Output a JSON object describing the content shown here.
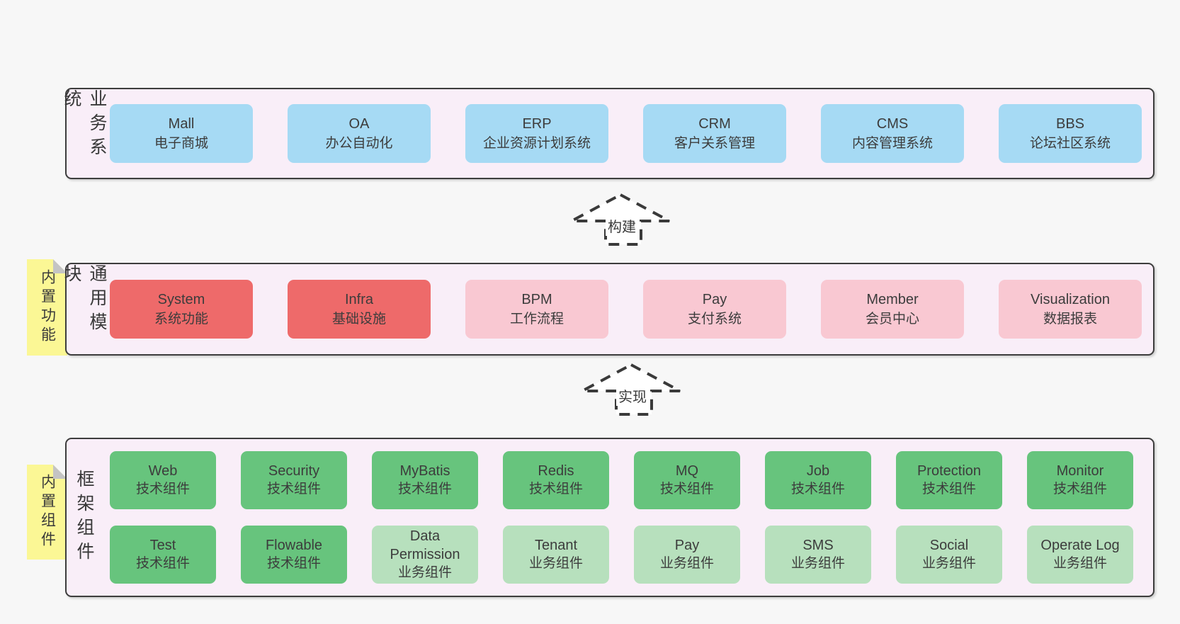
{
  "colors": {
    "page_bg": "#f7f7f7",
    "panel_bg": "#f9eef8",
    "panel_border": "#3d3d3d",
    "blue_box": "#a6daf4",
    "red_box": "#ee6a6a",
    "pink_box": "#f9c8d2",
    "green_box": "#67c47d",
    "green_light_box": "#b7e0bd",
    "note_yellow": "#fbf795",
    "note_fold_gray": "#c4c4c4",
    "text_dark": "#3a3a3a",
    "arrow_stroke": "#3a3a3a"
  },
  "business_layer": {
    "label": "业务系统",
    "boxes": [
      {
        "name": "Mall",
        "desc": "电子商城"
      },
      {
        "name": "OA",
        "desc": "办公自动化"
      },
      {
        "name": "ERP",
        "desc": "企业资源计划系统"
      },
      {
        "name": "CRM",
        "desc": "客户关系管理"
      },
      {
        "name": "CMS",
        "desc": "内容管理系统"
      },
      {
        "name": "BBS",
        "desc": "论坛社区系统"
      }
    ]
  },
  "arrow_build": {
    "label": "构建"
  },
  "module_layer": {
    "label": "通用模块",
    "note": "内置功能",
    "boxes": [
      {
        "name": "System",
        "desc": "系统功能"
      },
      {
        "name": "Infra",
        "desc": "基础设施"
      },
      {
        "name": "BPM",
        "desc": "工作流程"
      },
      {
        "name": "Pay",
        "desc": "支付系统"
      },
      {
        "name": "Member",
        "desc": "会员中心"
      },
      {
        "name": "Visualization",
        "desc": "数据报表"
      }
    ]
  },
  "arrow_implement": {
    "label": "实现"
  },
  "framework_layer": {
    "label": "框架组件",
    "note": "内置组件",
    "row1": [
      {
        "name": "Web",
        "desc": "技术组件"
      },
      {
        "name": "Security",
        "desc": "技术组件"
      },
      {
        "name": "MyBatis",
        "desc": "技术组件"
      },
      {
        "name": "Redis",
        "desc": "技术组件"
      },
      {
        "name": "MQ",
        "desc": "技术组件"
      },
      {
        "name": "Job",
        "desc": "技术组件"
      },
      {
        "name": "Protection",
        "desc": "技术组件"
      },
      {
        "name": "Monitor",
        "desc": "技术组件"
      }
    ],
    "row2": [
      {
        "name": "Test",
        "desc": "技术组件"
      },
      {
        "name": "Flowable",
        "desc": "技术组件"
      },
      {
        "name": "Data Permission",
        "desc": "业务组件"
      },
      {
        "name": "Tenant",
        "desc": "业务组件"
      },
      {
        "name": "Pay",
        "desc": "业务组件"
      },
      {
        "name": "SMS",
        "desc": "业务组件"
      },
      {
        "name": "Social",
        "desc": "业务组件"
      },
      {
        "name": "Operate Log",
        "desc": "业务组件"
      }
    ]
  }
}
